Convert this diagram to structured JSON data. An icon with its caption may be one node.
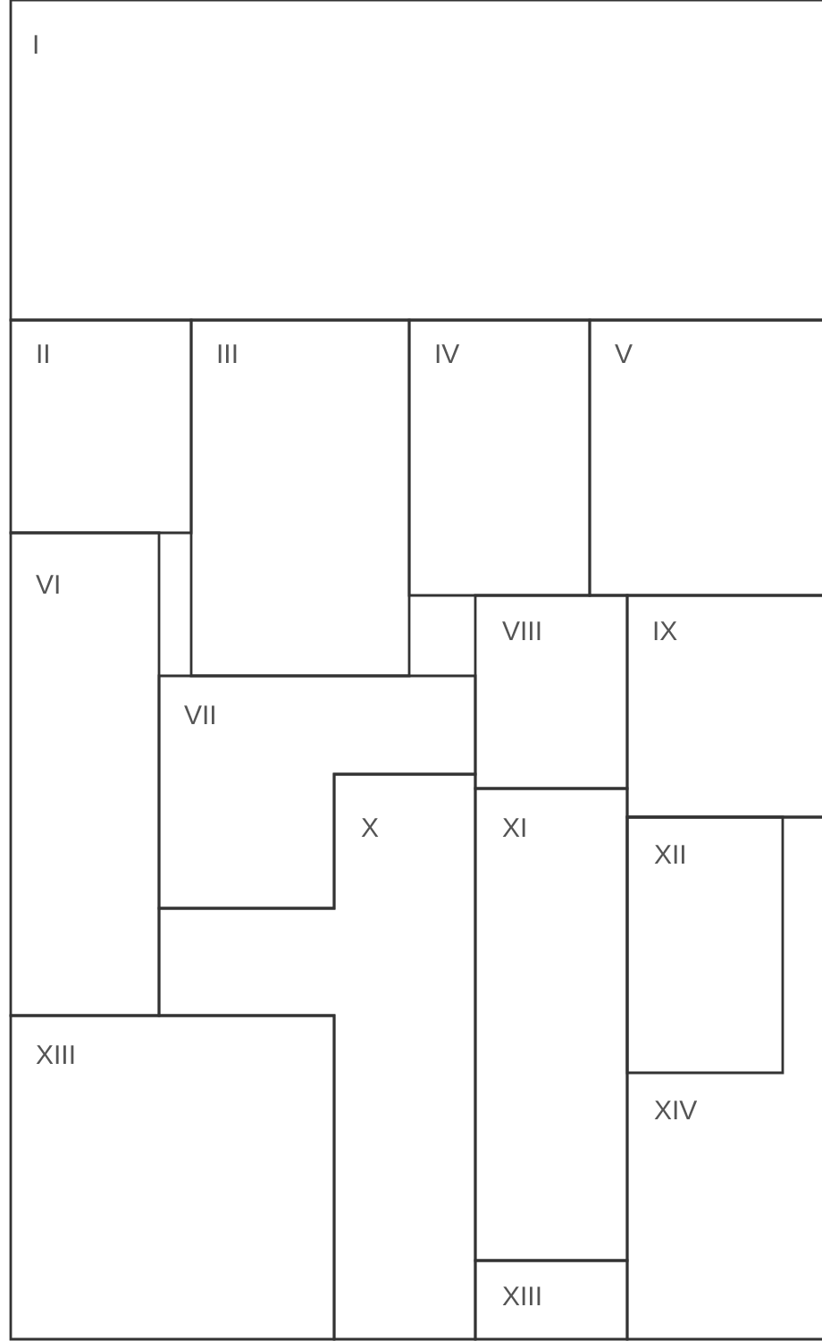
{
  "diagram": {
    "nodes": [
      {
        "text": [
          "I"
        ]
      },
      {
        "text": [
          "II"
        ]
      },
      {
        "text": [
          "III"
        ]
      },
      {
        "text": [
          "IV"
        ]
      },
      {
        "text": [
          "V"
        ]
      },
      {
        "text": [
          "VI"
        ]
      },
      {
        "text": [
          "VII"
        ]
      },
      {
        "text": [
          "VIII"
        ]
      },
      {
        "text": [
          "IX"
        ]
      },
      {
        "text": [
          "X"
        ]
      },
      {
        "text": [
          "XI"
        ]
      },
      {
        "text": [
          "XIV"
        ]
      },
      {
        "text": [
          "XII"
        ],
        "in": 11
      },
      {
        "text": [
          "XIII"
        ]
      },
      {
        "text": [
          "XIII"
        ]
      }
    ]
  }
}
